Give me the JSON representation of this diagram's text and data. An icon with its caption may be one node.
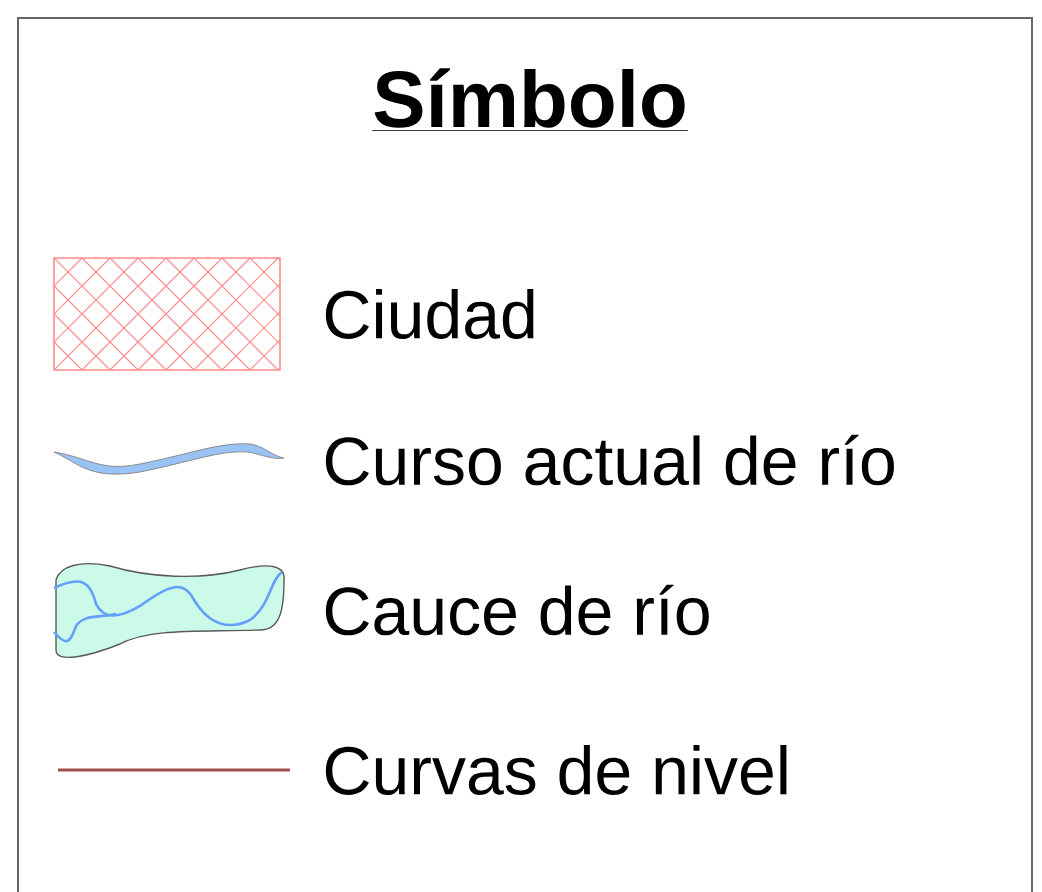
{
  "diagram": {
    "title": "Símbolo",
    "legend": [
      {
        "text": "Ciudad"
      },
      {
        "text": "Curso actual de río"
      },
      {
        "text": "Cauce de río"
      },
      {
        "text": "Curvas de nivel"
      }
    ]
  }
}
